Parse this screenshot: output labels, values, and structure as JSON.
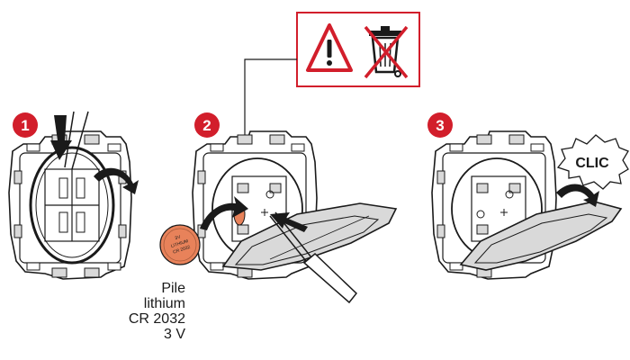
{
  "colors": {
    "accent_red": "#d21e2b",
    "outline": "#1a1a1a",
    "plate_fill": "#ffffff",
    "shade": "#d9d9d9",
    "battery": "#e8825a"
  },
  "warning_panel": {
    "icons": [
      "warning-triangle-icon",
      "crossed-out-bin-icon"
    ]
  },
  "steps": [
    {
      "number": "1"
    },
    {
      "number": "2"
    },
    {
      "number": "3"
    }
  ],
  "battery_label": {
    "coin_lines": [
      "3V",
      "LITHIUM",
      "CR 2032"
    ],
    "caption_lines": [
      "Pile",
      "lithium",
      "CR 2032",
      "3 V"
    ]
  },
  "step3_callout": "CLIC"
}
